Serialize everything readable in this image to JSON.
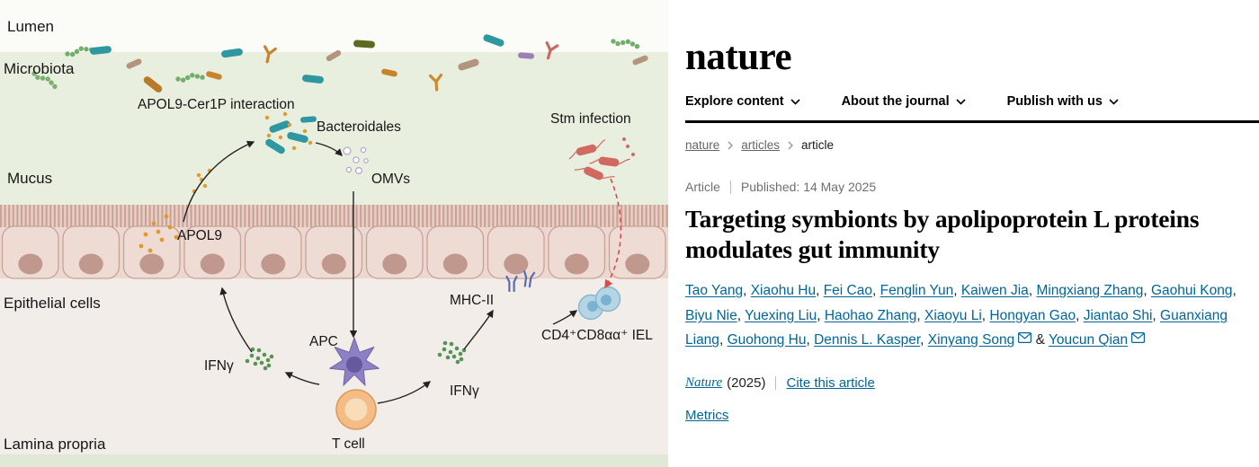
{
  "colors": {
    "link": "#006699",
    "meta_text": "#6f6f6f",
    "header_rule": "#000000",
    "mucus_green": "#e9efdf",
    "epithelial_pink": "#eedbd3",
    "apol9_orange": "#e09b2d",
    "ifng_green": "#559457",
    "stm_red": "#d0695f",
    "apc_purple": "#8d81c3",
    "tcell_orange": "#f5bc85",
    "iel_blue": "#b5d4e4"
  },
  "icons": {
    "chevron_down_icon": "chevron-down",
    "breadcrumb_separator_icon": "chevron-right",
    "email_icon": "envelope"
  },
  "figure": {
    "labels": {
      "lumen": "Lumen",
      "microbiota": "Microbiota",
      "mucus": "Mucus",
      "epithelial_cells": "Epithelial cells",
      "lamina_propria": "Lamina propria",
      "apol9_cer1p": "APOL9-Cer1P interaction",
      "bacteroidales": "Bacteroidales",
      "omvs": "OMVs",
      "apol9": "APOL9",
      "stm_infection": "Stm infection",
      "mhc2": "MHC-II",
      "iel": "CD4⁺CD8αα⁺ IEL",
      "ifng_left": "IFNγ",
      "apc": "APC",
      "ifng_right": "IFNγ",
      "t_cell": "T cell"
    }
  },
  "site": {
    "logo": "nature",
    "nav": [
      {
        "label": "Explore content"
      },
      {
        "label": "About the journal"
      },
      {
        "label": "Publish with us"
      }
    ],
    "breadcrumb": {
      "level1": "nature",
      "level2": "articles",
      "level3": "article"
    }
  },
  "article": {
    "type_label": "Article",
    "published_label": "Published:",
    "published_date": "14 May 2025",
    "title": "Targeting symbionts by apolipoprotein L proteins modulates gut immunity",
    "authors": [
      {
        "name": "Tao Yang",
        "sep": ", "
      },
      {
        "name": "Xiaohu Hu",
        "sep": ", "
      },
      {
        "name": "Fei Cao",
        "sep": ", "
      },
      {
        "name": "Fenglin Yun",
        "sep": ", "
      },
      {
        "name": "Kaiwen Jia",
        "sep": ", "
      },
      {
        "name": "Mingxiang Zhang",
        "sep": ", "
      },
      {
        "name": "Gaohui Kong",
        "sep": ", "
      },
      {
        "name": "Biyu Nie",
        "sep": ", "
      },
      {
        "name": "Yuexing Liu",
        "sep": ", "
      },
      {
        "name": "Haohao Zhang",
        "sep": ", "
      },
      {
        "name": "Xiaoyu Li",
        "sep": ", "
      },
      {
        "name": "Hongyan Gao",
        "sep": ", "
      },
      {
        "name": "Jiantao Shi",
        "sep": ", "
      },
      {
        "name": "Guanxiang Liang",
        "sep": ", "
      },
      {
        "name": "Guohong Hu",
        "sep": ", "
      },
      {
        "name": "Dennis L. Kasper",
        "sep": ", "
      },
      {
        "name": "Xinyang Song",
        "email": true,
        "sep": " & "
      },
      {
        "name": "Youcun Qian",
        "email": true,
        "sep": ""
      }
    ],
    "journal_name": "Nature",
    "journal_year": "(2025)",
    "cite_link": "Cite this article",
    "metrics_link": "Metrics"
  }
}
